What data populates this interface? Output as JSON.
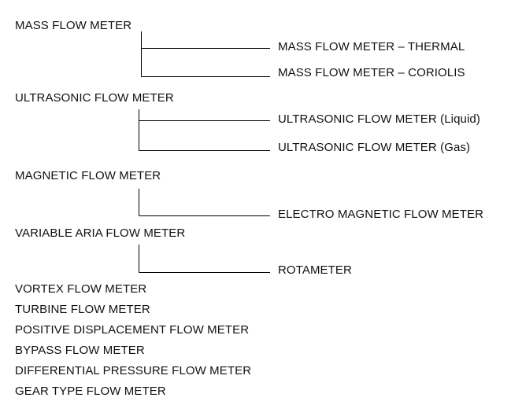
{
  "groups": [
    {
      "category": "MASS FLOW METER",
      "subtypes": [
        "MASS FLOW METER –  THERMAL",
        "MASS FLOW METER –  CORIOLIS"
      ]
    },
    {
      "category": "ULTRASONIC FLOW METER",
      "subtypes": [
        "ULTRASONIC FLOW METER (Liquid)",
        "ULTRASONIC FLOW METER (Gas)"
      ]
    },
    {
      "category": "MAGNETIC FLOW METER",
      "subtypes": [
        "ELECTRO MAGNETIC FLOW METER"
      ]
    },
    {
      "category": "VARIABLE ARIA FLOW METER",
      "subtypes": [
        "ROTAMETER"
      ]
    }
  ],
  "other_types": [
    "VORTEX FLOW METER",
    "TURBINE FLOW METER",
    "POSITIVE DISPLACEMENT FLOW METER",
    "BYPASS FLOW METER",
    "DIFFERENTIAL PRESSURE FLOW METER",
    "GEAR TYPE FLOW METER"
  ]
}
